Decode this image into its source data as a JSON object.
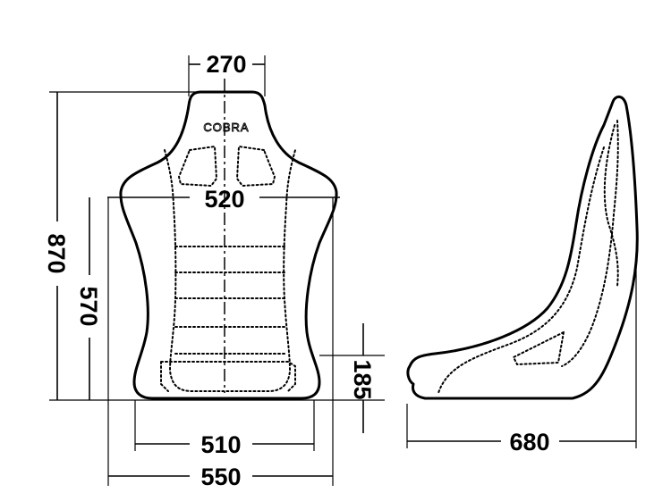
{
  "brand": "COBRA",
  "dimensions": {
    "headrest_width": "270",
    "shoulder_width": "520",
    "overall_height": "870",
    "backrest_height": "570",
    "side_bolster_height": "185",
    "base_inner_width": "510",
    "base_outer_width": "550",
    "depth": "680"
  }
}
